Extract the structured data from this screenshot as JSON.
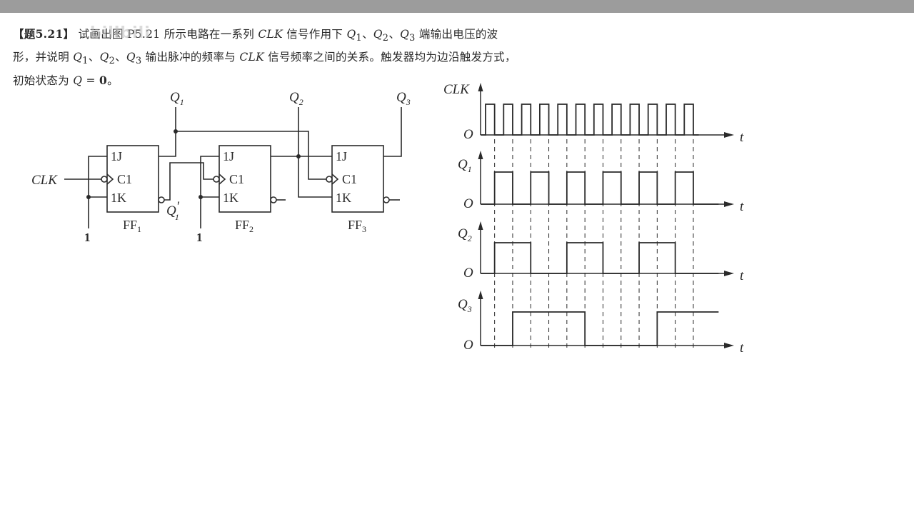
{
  "problem": {
    "number": "【题5.21】",
    "line1_a": "试画出图 P5.21 所示电路在一系列 ",
    "clk": "CLK",
    "line1_b": " 信号作用下 ",
    "line1_c": " 端输出电压的波",
    "line2_a": "形，并说明 ",
    "line2_b": " 输出脉冲的频率与 ",
    "line2_c": " 信号频率之间的关系。触发器均为边沿触发方式，",
    "line3_a": "初始状态为 ",
    "line3_q": "Q",
    "line3_b": " = ",
    "line3_zero": "0",
    "line3_c": "。",
    "q_letter": "Q",
    "s1": "1",
    "s2": "2",
    "s3": "3",
    "sep": "、"
  },
  "watermark": "bilibili",
  "circuit": {
    "clk_label": "CLK",
    "input_one": "1",
    "pin_j": "1J",
    "pin_c": "C1",
    "pin_k": "1K",
    "ff_prefix": "FF",
    "ff_subs": [
      "1",
      "2",
      "3"
    ],
    "q_letter": "Q",
    "q_subs": [
      "1",
      "2",
      "3"
    ],
    "q1_prime": "′"
  },
  "timing": {
    "clk_label": "CLK",
    "q_letter": "Q",
    "q_subs": [
      "1",
      "2",
      "3"
    ],
    "origin": "O",
    "time": "t",
    "clk_pulses": 12,
    "q1_pattern": [
      0,
      1,
      0,
      1,
      0,
      1,
      0,
      1,
      0,
      1,
      0,
      1,
      0
    ],
    "q2_pattern": [
      0,
      1,
      1,
      0,
      0,
      1,
      1,
      0,
      0,
      1,
      1,
      0,
      0
    ],
    "q3_pattern": [
      0,
      0,
      1,
      1,
      1,
      1,
      0,
      0,
      0,
      0,
      1,
      1,
      1
    ]
  },
  "colors": {
    "ink": "#2a2a2a",
    "bar": "#9c9c9c"
  }
}
